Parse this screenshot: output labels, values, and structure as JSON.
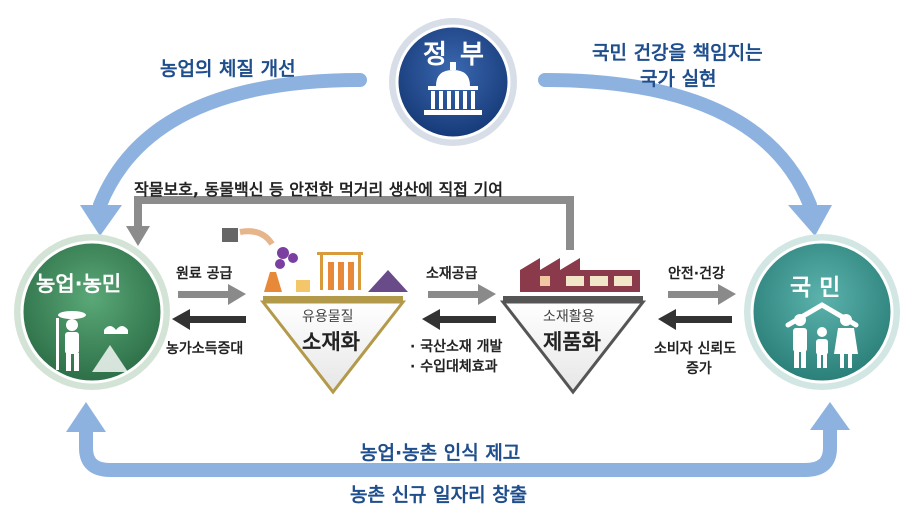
{
  "government": {
    "title": "정 부"
  },
  "farmers": {
    "title": "농업·농민"
  },
  "citizens": {
    "title": "국 민"
  },
  "top_left_text": "농업의 체질 개선",
  "top_right_text": [
    "국민 건강을 책임지는",
    "국가 실현"
  ],
  "middle_banner": "작물보호, 동물백신 등 안전한 먹거리 생산에 직접 기여",
  "bottom_text_1": "농업·농촌 인식 제고",
  "bottom_text_2": "농촌 신규 일자리 창출",
  "arrow_labels": {
    "raw_supply": "원료 공급",
    "farm_income": "농가소득증대",
    "material_supply": "소재공급",
    "domestic_list": [
      "· 국산소재 개발",
      "· 수입대체효과"
    ],
    "safety_health": "안전·건강",
    "consumer_trust": [
      "소비자 신뢰도",
      "증가"
    ]
  },
  "box1": {
    "sub": "유용물질",
    "main": "소재화"
  },
  "box2": {
    "sub": "소재활용",
    "main": "제품화"
  },
  "colors": {
    "blue_arrow": "#7ea6d8",
    "green": "#3f8a5c",
    "teal": "#3f9a94",
    "navy": "#1c3f7a",
    "gold": "#b39a4a"
  }
}
